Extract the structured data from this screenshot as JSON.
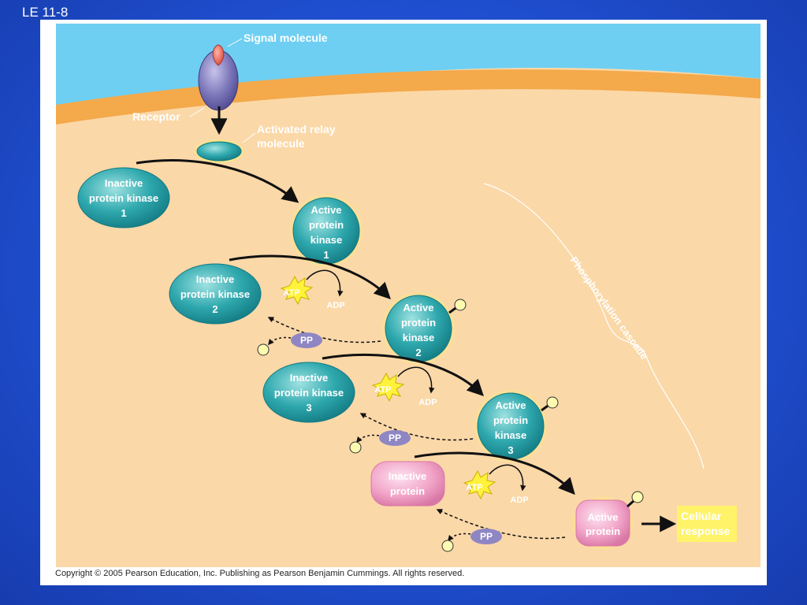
{
  "slide": {
    "title": "LE 11-8"
  },
  "labels": {
    "signal_molecule": "Signal molecule",
    "receptor": "Receptor",
    "relay_line1": "Activated relay",
    "relay_line2": "molecule",
    "cascade": "Phosphorylation cascade",
    "cellular_line1": "Cellular",
    "cellular_line2": "response"
  },
  "inactive_kinase_1": [
    "Inactive",
    "protein kinase",
    "1"
  ],
  "active_kinase_1": [
    "Active",
    "protein",
    "kinase",
    "1"
  ],
  "inactive_kinase_2": [
    "Inactive",
    "protein kinase",
    "2"
  ],
  "active_kinase_2": [
    "Active",
    "protein",
    "kinase",
    "2"
  ],
  "inactive_kinase_3": [
    "Inactive",
    "protein kinase",
    "3"
  ],
  "active_kinase_3": [
    "Active",
    "protein",
    "kinase",
    "3"
  ],
  "inactive_protein": [
    "Inactive",
    "protein"
  ],
  "active_protein": [
    "Active",
    "protein"
  ],
  "atp": "ATP",
  "adp": "ADP",
  "pp": "PP",
  "copyright": "Copyright © 2005 Pearson Education, Inc. Publishing as Pearson Benjamin Cummings. All rights reserved.",
  "colors": {
    "background": "#1f4fd0",
    "extracellular": "#6ecff3",
    "membrane": "#f4a94a",
    "cytoplasm": "#fbd8a8",
    "kinase": "#2ea8ad",
    "protein": "#f2a6c9",
    "glow": "#fff36a",
    "pp": "#8f86c4"
  }
}
